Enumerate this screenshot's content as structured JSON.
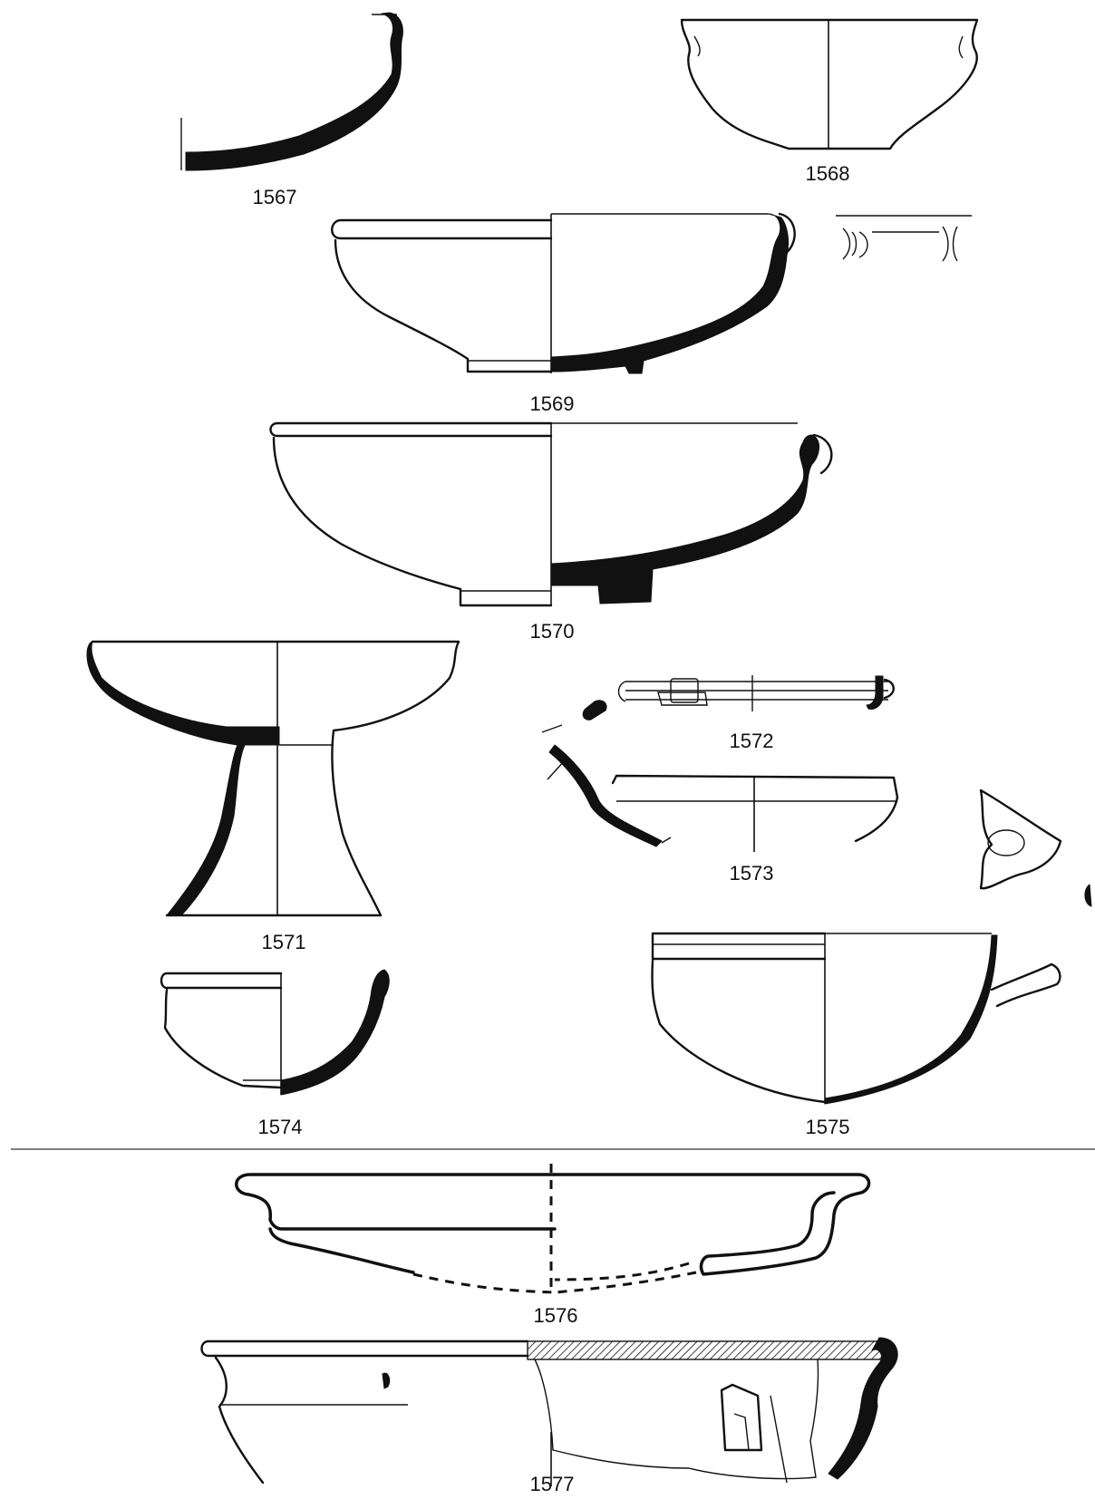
{
  "plate": {
    "catalogue_numbers": {
      "v1567": "1567",
      "v1568": "1568",
      "v1569": "1569",
      "v1570": "1570",
      "v1571": "1571",
      "v1572": "1572",
      "v1573": "1573",
      "v1574": "1574",
      "v1575": "1575",
      "v1576": "1576",
      "v1577": "1577"
    }
  }
}
